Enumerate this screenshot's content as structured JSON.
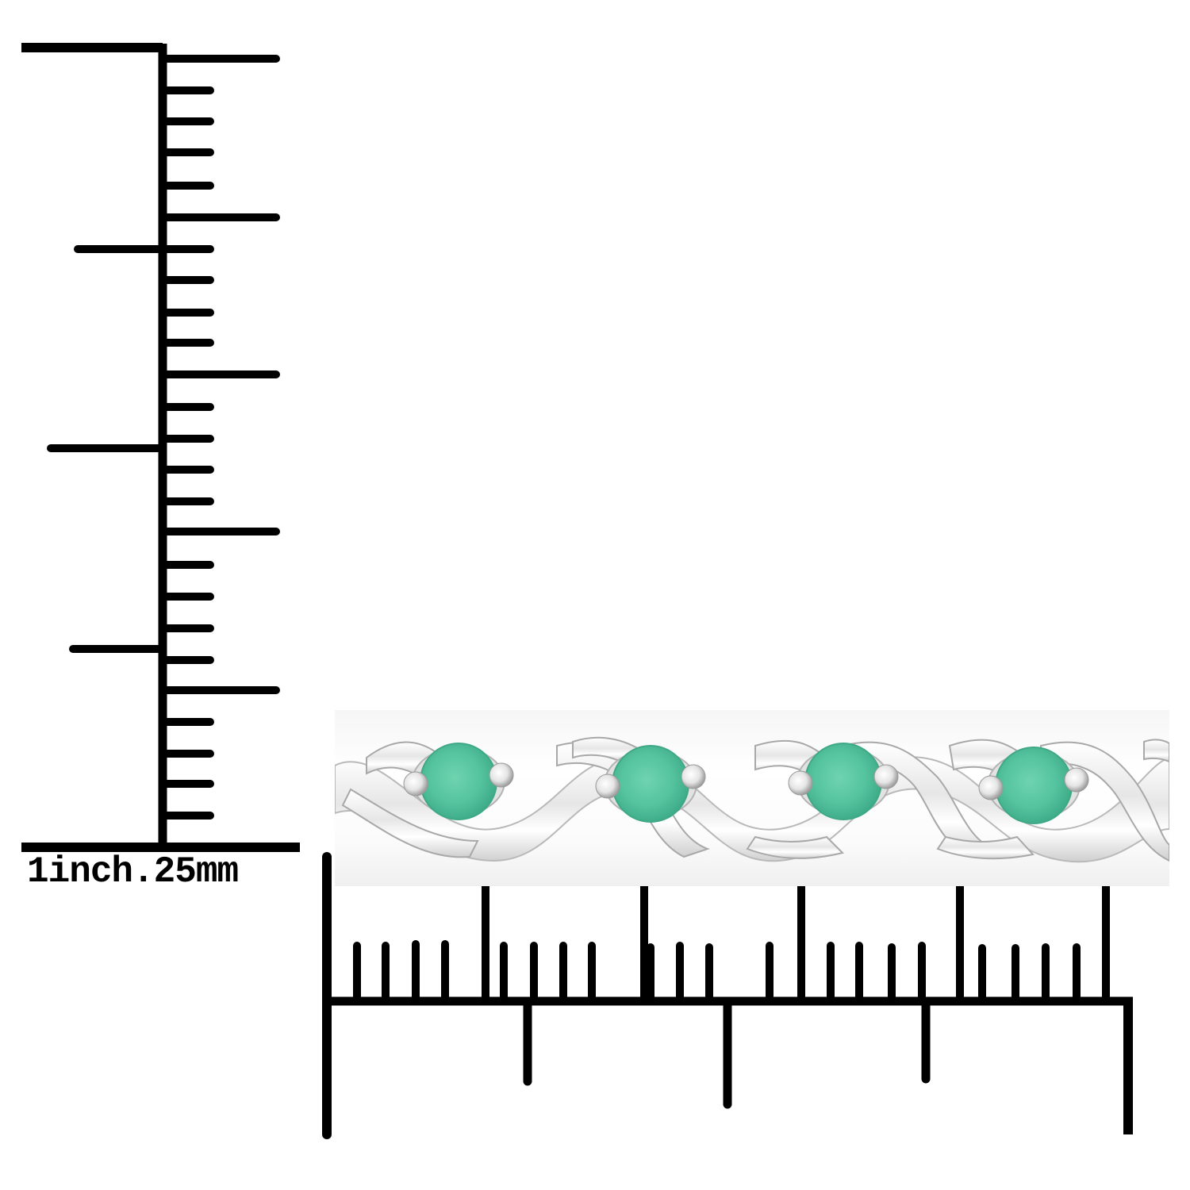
{
  "image": {
    "kind": "product-measurement-photo",
    "subject": "emerald link tennis bracelet in sterling silver",
    "background": "#ffffff"
  },
  "scale_label": {
    "text": "1inch.25mm"
  },
  "colors": {
    "ruler": "#000000",
    "gem_base": "#55c49f",
    "gem_light": "#7fd8b8",
    "gem_dark": "#2f9f7a",
    "metal_light": "#ffffff",
    "metal_mid": "#d9d9d9",
    "metal_dark": "#9a9a9a"
  },
  "vertical_ruler": {
    "orientation": "vertical",
    "unit_major": "mm",
    "mm_major_ticks": 5,
    "mm_minor_per_major": 4,
    "inch_ticks": 3
  },
  "horizontal_ruler": {
    "orientation": "horizontal",
    "unit_major": "mm",
    "mm_major_ticks": 5,
    "mm_minor_per_major": 4,
    "inch_ticks": 3
  },
  "bracelet": {
    "stones_visible": 4,
    "stone_shape": "round",
    "stone_color_name": "green emerald",
    "metal": "silver"
  }
}
